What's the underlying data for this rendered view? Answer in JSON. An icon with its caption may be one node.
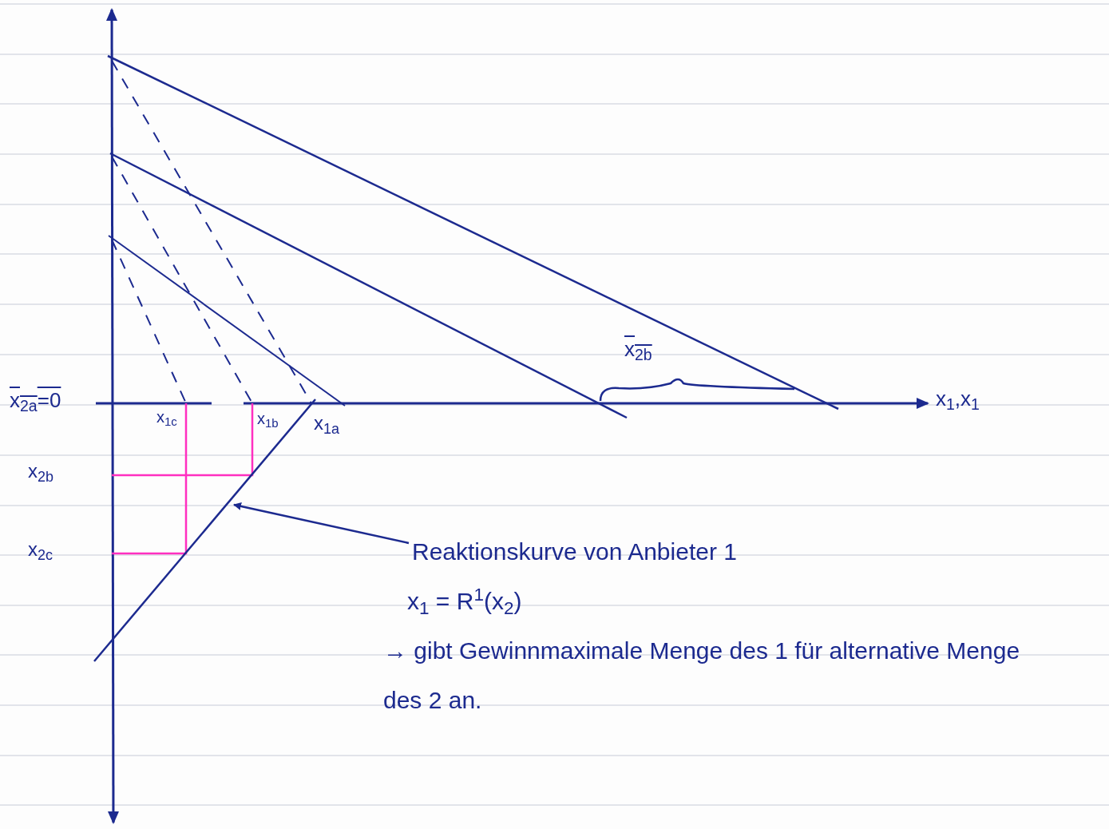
{
  "diagram": {
    "nodes": [
      {
        "text": [
          "Reaktionskurve von Anbieter 1",
          "x$_{1}$ = R$^{1}$(x$_{2}$)",
          "→ gibt Gewinnmaximale Menge des 1 für alternative Menge des 2 an."
        ]
      },
      {
        "text": [],
        "shape": "line"
      }
    ],
    "edges": [
      {
        "from": 0,
        "to": 1,
        "arrow": "to"
      }
    ],
    "labels": [
      "x$_{2b}$",
      "x$_{2a}$=0",
      "x$_{1c}$",
      "x$_{1b}$",
      "x$_{1a}$",
      "x$_{1}$,x$_{1}$",
      "x$_{2b}$",
      "x$_{2c}$"
    ]
  }
}
